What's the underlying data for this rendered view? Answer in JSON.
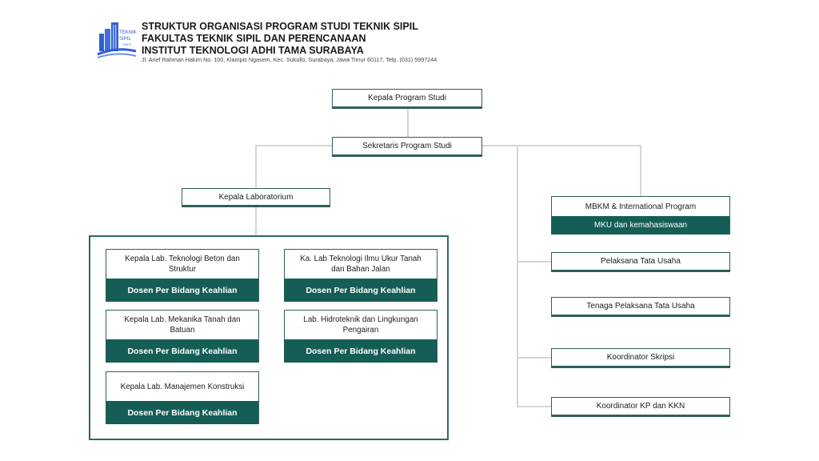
{
  "header": {
    "title_line1": "STRUKTUR ORGANISASI PROGRAM STUDI TEKNIK SIPIL",
    "title_line2": "FAKULTAS TEKNIK SIPIL DAN PERENCANAAN",
    "title_line3": "INSTITUT TEKNOLOGI ADHI TAMA SURABAYA",
    "address": "Jl. Arief Rahman Hakim No. 100, Klampis Ngasem, Kec. Sukollo, Surabaya, Jawa Timur 60117, Telp. (031) 5997244",
    "logo_text_line1": "TEKNIK",
    "logo_text_line2": "SIPIL",
    "logo_text_line3": "ITATS"
  },
  "chart": {
    "kepala_prodi": "Kepala Program Studi",
    "sekretaris": "Sekretaris Program Studi",
    "kepala_lab": "Kepala Laboratorium",
    "labs": [
      {
        "name": "Kepala Lab. Teknologi Beton dan Struktur",
        "dosen": "Dosen Per Bidang Keahlian"
      },
      {
        "name": "Ka. Lab Teknologi Ilmu Ukur Tanah dan Bahan Jalan",
        "dosen": "Dosen Per Bidang Keahlian"
      },
      {
        "name": "Kepala Lab. Mekanika Tanah dan Batuan",
        "dosen": "Dosen Per Bidang Keahlian"
      },
      {
        "name": "Lab. Hidroteknik dan Lingkungan Pengairan",
        "dosen": "Dosen Per Bidang Keahlian"
      },
      {
        "name": "Kepala Lab. Manajemen Konstruksi",
        "dosen": "Dosen Per Bidang Keahlian"
      }
    ],
    "mbkm_title": "MBKM & International Program",
    "mbkm_sub": "MKU dan kemahasiswaan",
    "tata_usaha": "Pelaksana Tata Usaha",
    "tenaga_tata_usaha": "Tenaga Pelaksana Tata Usaha",
    "koordinator_skripsi": "Koordinator Skripsi",
    "koordinator_kp": "Koordinator KP dan KKN"
  },
  "colors": {
    "accent_dark_green": "#155e55",
    "border_green": "#2e5f59",
    "connector_gray": "#d6d6d6",
    "logo_blue": "#2f5fd0"
  }
}
